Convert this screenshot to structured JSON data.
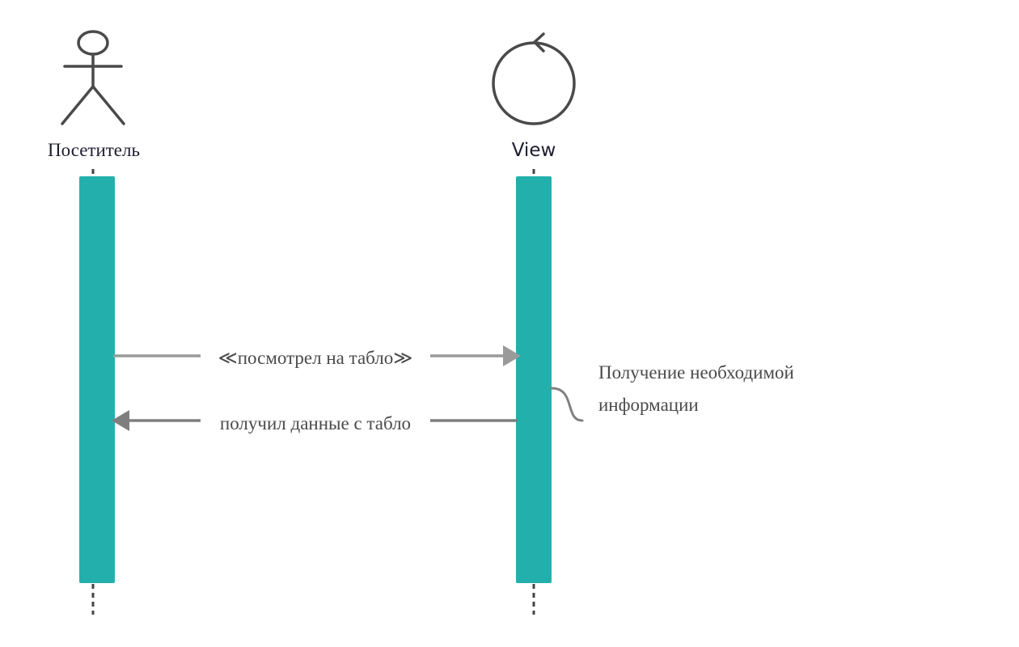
{
  "colors": {
    "icon_stroke": "#4a4a4a",
    "lifeline": "#444444",
    "activation": "#23b0ad",
    "message_request": "#9a9a9a",
    "message_response": "#7e7e7e",
    "note_text": "#4a4a4a",
    "label_text": "#1d1d2f"
  },
  "participants": [
    {
      "label": "Посетитель",
      "icon": "actor-stick-figure-icon"
    },
    {
      "label": "View",
      "icon": "control-boundary-circle-icon"
    }
  ],
  "messages": [
    {
      "label": "≪посмотрел на табло≫",
      "from": "Посетитель",
      "to": "View"
    },
    {
      "label": "получил данные с табло",
      "from": "View",
      "to": "Посетитель"
    }
  ],
  "note": {
    "line1": "Получение необходимой",
    "line2": "информации"
  }
}
